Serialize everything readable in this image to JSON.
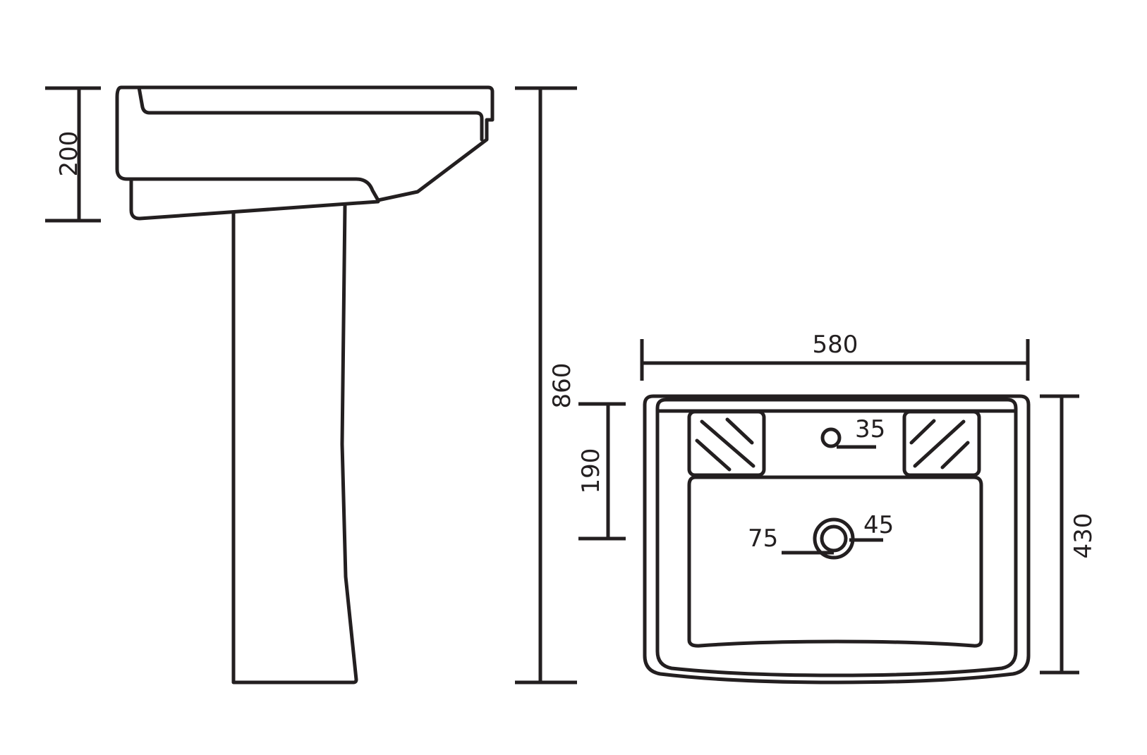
{
  "dimensions": {
    "basin_height": "200",
    "overall_height": "860",
    "width": "580",
    "depth": "430",
    "tap_area_depth": "190",
    "tap_hole": "35",
    "waste_hole": "45",
    "waste_outer": "75"
  },
  "colors": {
    "stroke": "#231f20",
    "background": "#ffffff"
  }
}
